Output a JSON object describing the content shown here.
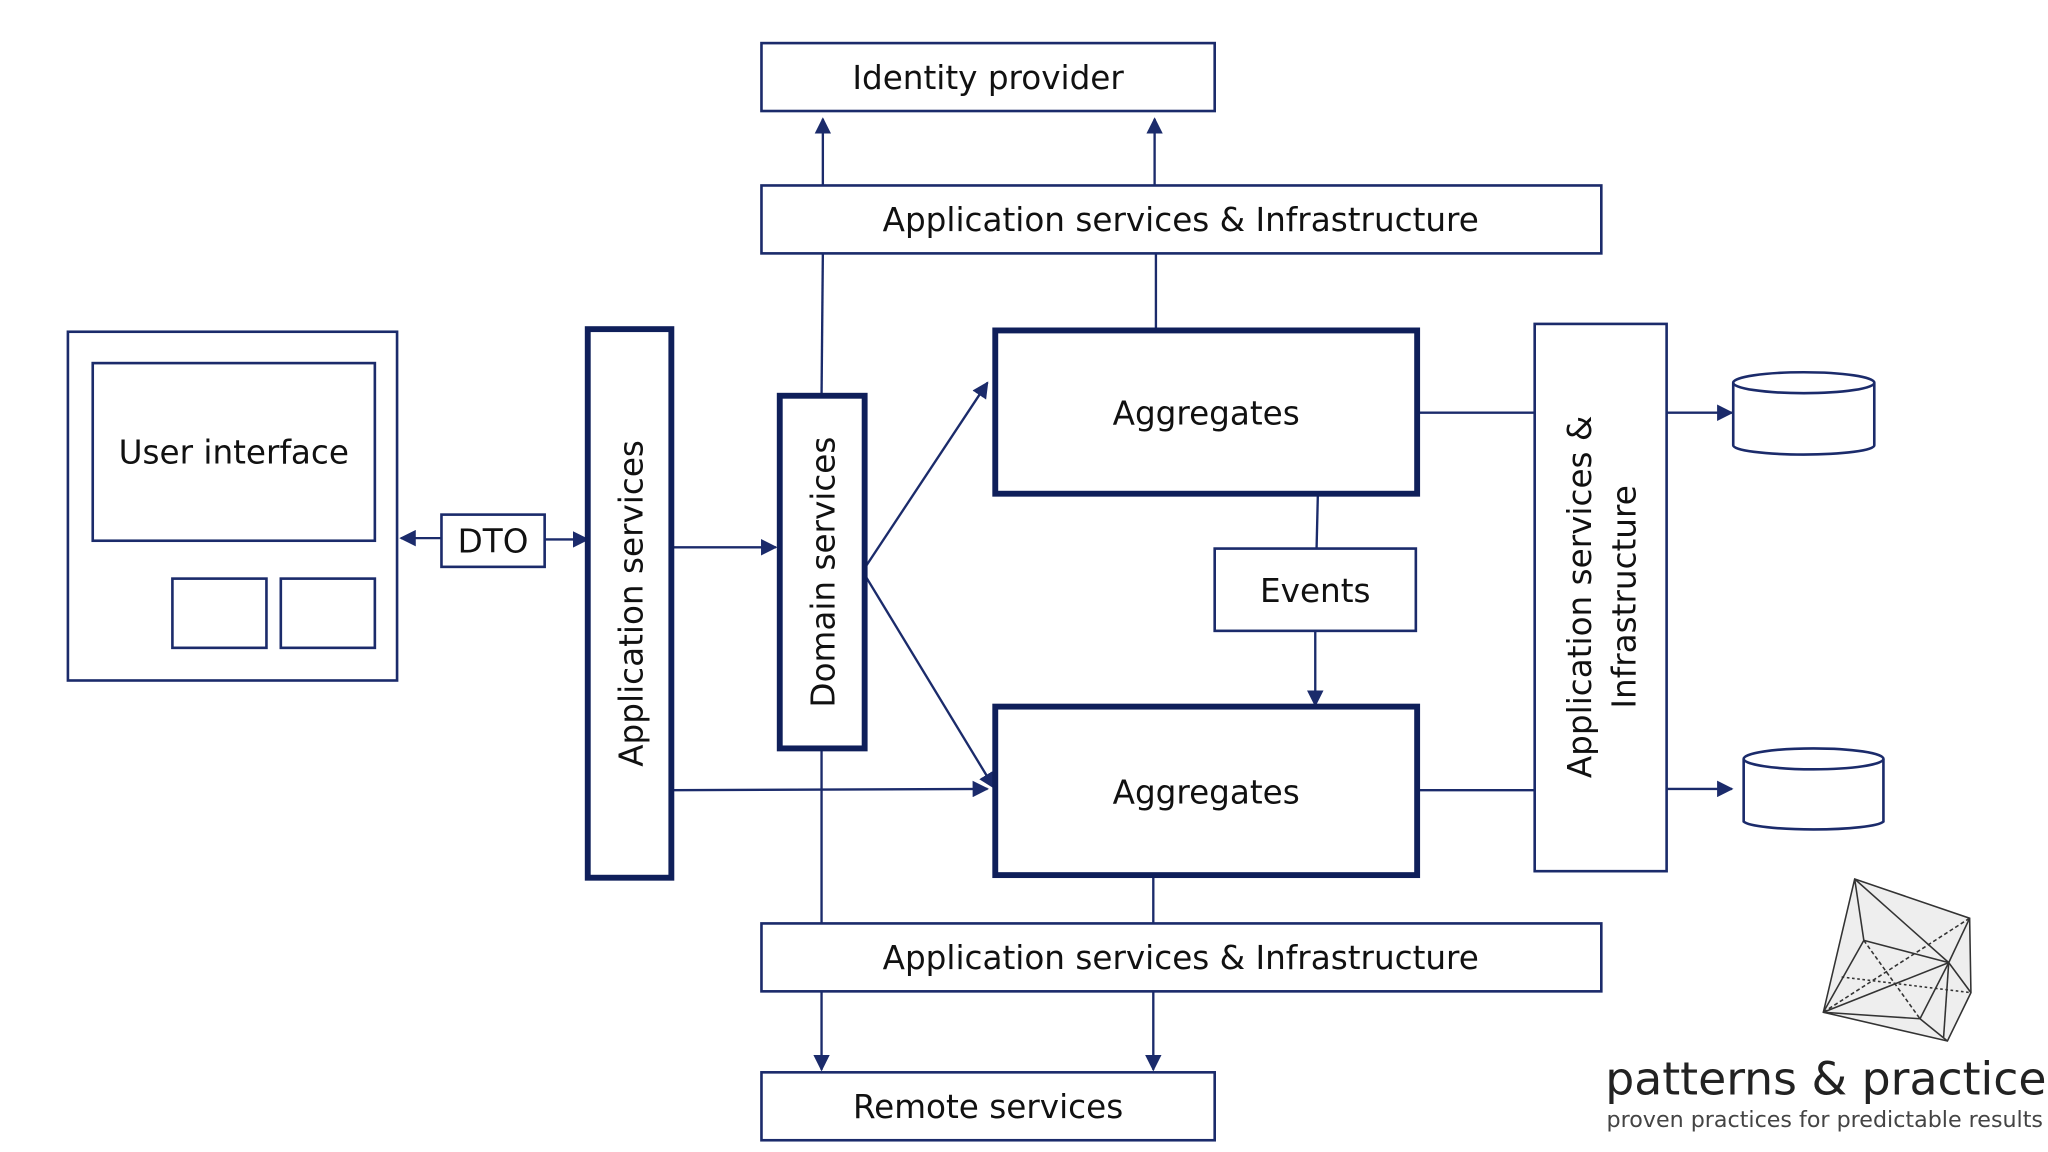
{
  "diagram": {
    "identity_provider": "Identity provider",
    "app_infra_top": "Application services & Infrastructure",
    "app_infra_bottom": "Application services & Infrastructure",
    "app_infra_right_line1": "Application services &",
    "app_infra_right_line2": "Infrastructure",
    "user_interface": "User interface",
    "dto": "DTO",
    "application_services": "Application services",
    "domain_services": "Domain services",
    "aggregates_top": "Aggregates",
    "aggregates_bottom": "Aggregates",
    "events": "Events",
    "remote_services": "Remote services",
    "line_color": "#1b2b6b"
  },
  "logo": {
    "title": "patterns & practices",
    "tagline": "proven practices for predictable results",
    "icon": "polyhedron-icon"
  }
}
